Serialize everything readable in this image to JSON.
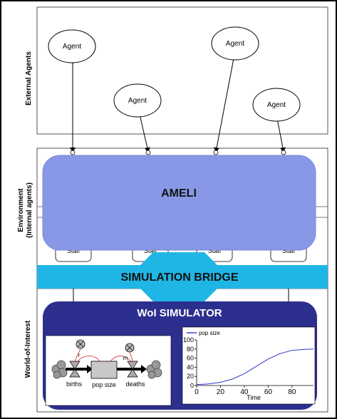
{
  "lanes": {
    "external": "External Agents",
    "environment_line1": "Environment",
    "environment_line2": "(Internal agents)",
    "world": "World-of-Interest"
  },
  "agents": [
    "Agent",
    "Agent",
    "Agent",
    "Agent"
  ],
  "staff_labels": [
    "Staff",
    "Staff",
    "Staff",
    "Staff"
  ],
  "ameli": "AMELI",
  "bridge": "SIMULATION BRIDGE",
  "simulator": "WoI SIMULATOR",
  "stock_flow": {
    "stock": "pop size",
    "inflow": "births",
    "outflow": "deaths",
    "param_in": "r",
    "param_out": "m"
  },
  "colors": {
    "ameli": "#8898e6",
    "bridge": "#1fb6e6",
    "simulator": "#2d2f8e",
    "series": "#3333cc"
  },
  "chart_data": {
    "type": "line",
    "series": [
      {
        "name": "pop size",
        "x": [
          0,
          10,
          20,
          30,
          40,
          50,
          60,
          70,
          80,
          90,
          98
        ],
        "y": [
          2,
          3.5,
          7,
          14,
          26,
          42,
          58,
          70,
          77,
          79,
          80
        ]
      }
    ],
    "xlabel": "Time",
    "ylabel": "",
    "xlim": [
      0,
      98
    ],
    "ylim": [
      0,
      100
    ],
    "xticks": [
      0,
      20,
      40,
      60,
      80
    ],
    "yticks": [
      0,
      20,
      40,
      60,
      80,
      100
    ],
    "legend": "top-left"
  }
}
